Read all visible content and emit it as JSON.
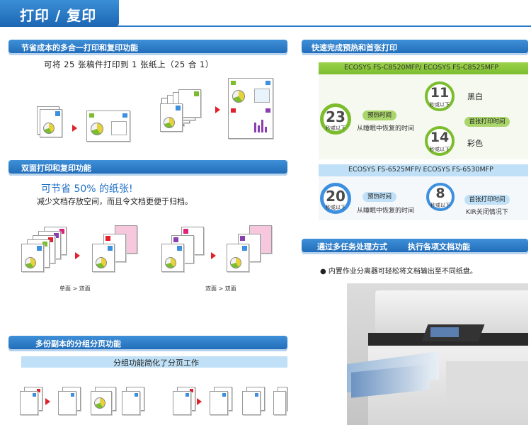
{
  "page_title": "打印 / 复印",
  "sections": {
    "multi": {
      "header": "节省成本的多合一打印和复印功能",
      "desc": "可将 25 张稿件打印到 1 张纸上（25 合 1）"
    },
    "duplex": {
      "header": "双面打印和复印功能",
      "highlight": "可节省 50% 的纸张!",
      "desc": "减少文档存放空间，而且令文档更便于归档。",
      "caption_left": "单面 >  双面",
      "caption_right": "双面 >  双面"
    },
    "sort": {
      "header": "多份副本的分组分页功能",
      "subtab": "分组功能简化了分页工作"
    },
    "fast": {
      "header": "快速完成预热和首张打印",
      "model_bar_1": "ECOSYS FS-C8520MFP/ ECOSYS FS-C8525MFP",
      "model_bar_2": "ECOSYS FS-6525MFP/ ECOSYS FS-6530MFP",
      "color_warmup_num": "23",
      "color_warmup_unit": "秒或以下",
      "color_warmup_pill": "预热时间",
      "color_warmup_desc": "从睡眠中恢复的时间",
      "color_bw_num": "11",
      "color_bw_unit": "秒或以下",
      "color_bw_label": "黑白",
      "color_first_pill": "首张打印时间",
      "color_color_num": "14",
      "color_color_unit": "秒或以下",
      "color_color_label": "彩色",
      "mono_warmup_num": "20",
      "mono_warmup_unit": "秒或以下",
      "mono_warmup_pill": "预热时间",
      "mono_warmup_desc": "从睡眠中恢复的时间",
      "mono_first_num": "8",
      "mono_first_unit": "秒或以下",
      "mono_first_pill": "首张打印时间",
      "mono_first_desc": "KIR关闭情况下"
    },
    "multitask": {
      "header_a": "通过多任务处理方式",
      "header_b": "执行各项文档功能",
      "bullet": "● 内置作业分离器可轻松将文档输出至不同纸盘。"
    }
  },
  "colors": {
    "header_blue": "#1e68b5",
    "accent_green": "#7cbd2e",
    "accent_light_blue": "#bfe0f6",
    "highlight_text": "#1e6fc4",
    "arrow_red": "#e0202a"
  }
}
